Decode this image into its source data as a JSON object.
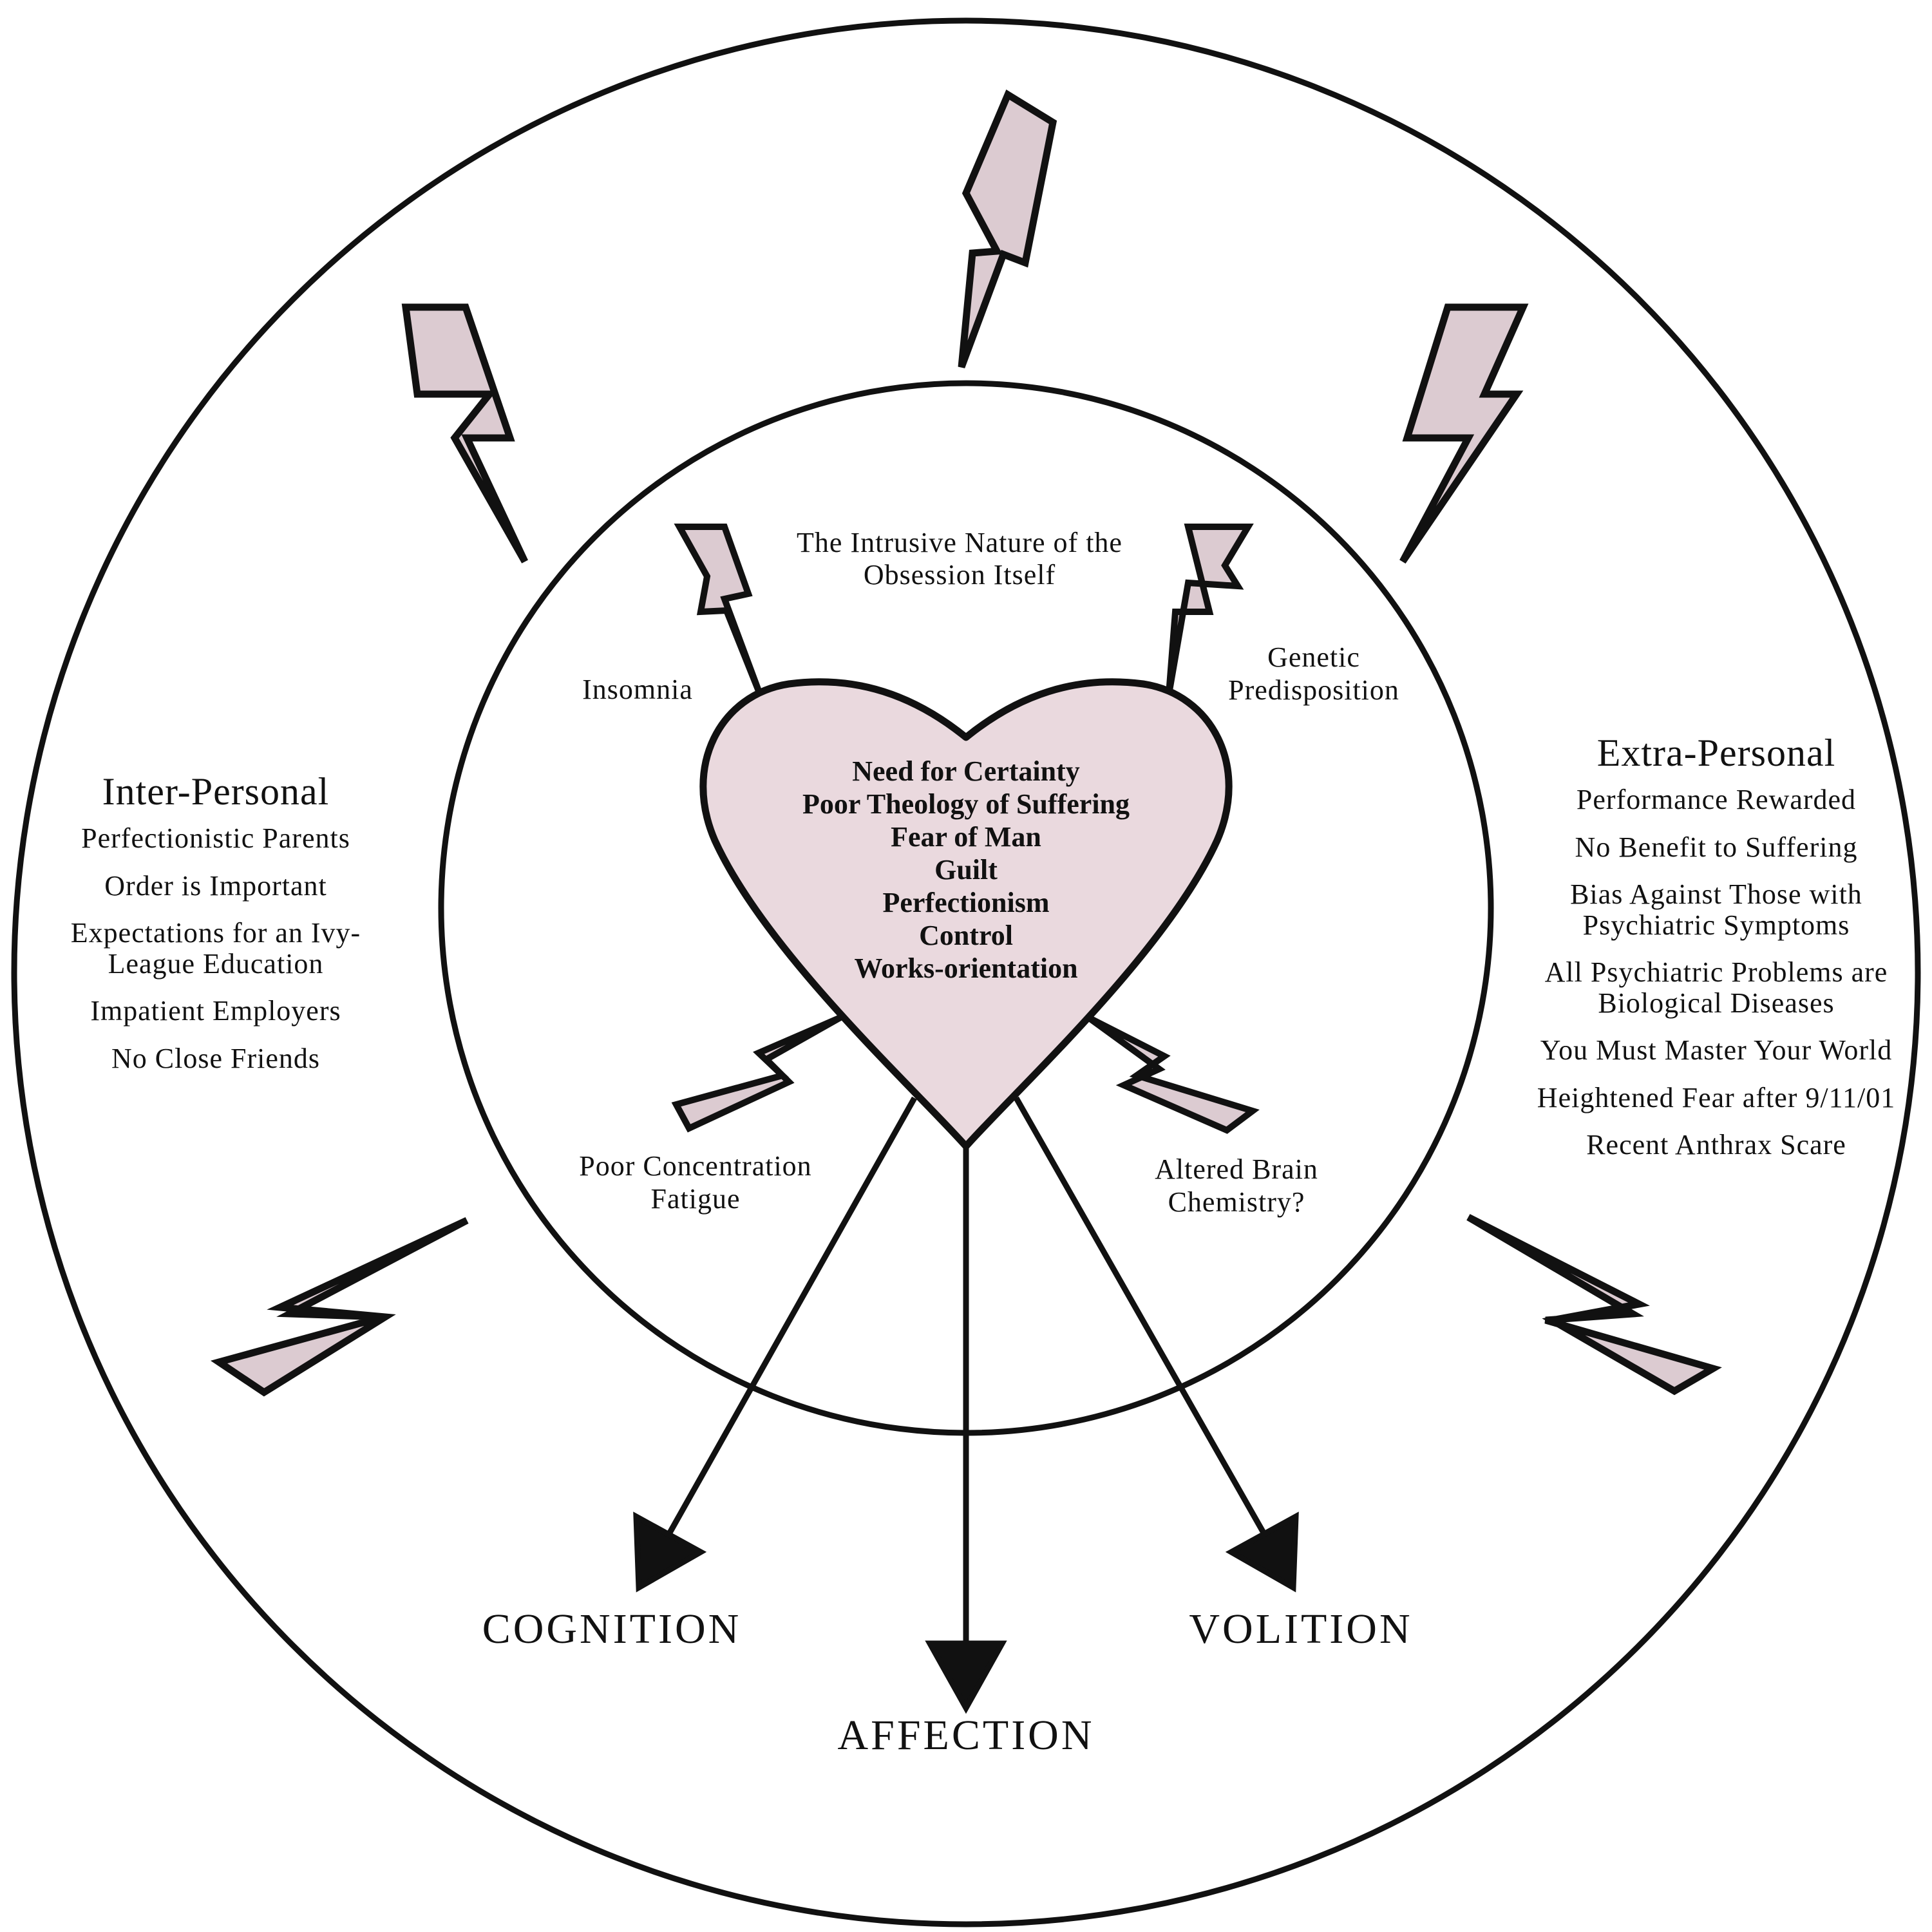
{
  "colors": {
    "fill": "#e2ccd4",
    "stroke": "#111111",
    "background": "#ffffff"
  },
  "outcomes": {
    "cognition": "COGNITION",
    "affection": "AFFECTION",
    "volition": "VOLITION"
  },
  "inner_factors": {
    "intrusive": "The Intrusive Nature of the Obsession Itself",
    "insomnia": "Insomnia",
    "genetic": "Genetic Predisposition",
    "concentration": "Poor Concentration Fatigue",
    "brain": "Altered Brain Chemistry?"
  },
  "heart_items": [
    "Need for Certainty",
    "Poor Theology of Suffering",
    "Fear of Man",
    "Guilt",
    "Perfectionism",
    "Control",
    "Works-orientation"
  ],
  "inter_personal": {
    "title": "Inter-Personal",
    "items": [
      "Perfectionistic Parents",
      "Order is Important",
      "Expectations for an Ivy-League Education",
      "Impatient Employers",
      "No Close Friends"
    ]
  },
  "extra_personal": {
    "title": "Extra-Personal",
    "items": [
      "Performance Rewarded",
      "No Benefit to Suffering",
      "Bias Against Those with Psychiatric Symptoms",
      "All Psychiatric Problems are Biological Diseases",
      "You Must Master Your World",
      "Heightened Fear after 9/11/01",
      "Recent Anthrax Scare"
    ]
  }
}
